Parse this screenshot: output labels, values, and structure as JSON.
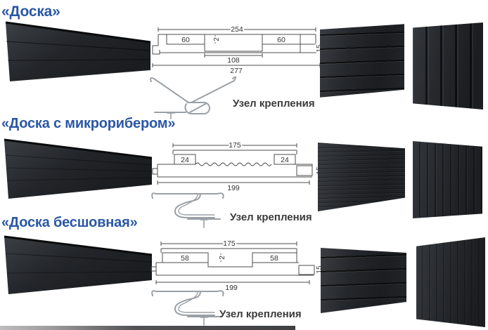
{
  "page": {
    "background": "#ffffff",
    "title_color": "#2a57a5",
    "panel_color": "#212427",
    "drawing_line_color": "#4d4d4d",
    "fastener_line_color": "#9aa0a5"
  },
  "rows": [
    {
      "title": "«Доска»",
      "fastening_label": "Узел крепления",
      "dims": {
        "overall_top": "254",
        "tab_left": "60",
        "tab_right": "60",
        "rib_depth": "2",
        "inner_width": "108",
        "overall_bottom": "277",
        "height": "15"
      }
    },
    {
      "title": "«Доска с микрорибером»",
      "fastening_label": "Узел крепления",
      "dims": {
        "overall_top": "175",
        "tab_left": "24",
        "tab_right": "24",
        "overall_bottom": "199",
        "height": "15"
      }
    },
    {
      "title": "«Доска бесшовная»",
      "fastening_label": "Узел крепления",
      "dims": {
        "overall_top": "175",
        "tab_left": "58",
        "tab_right": "58",
        "rib_depth": "2",
        "overall_bottom": "199",
        "height": "15"
      }
    }
  ]
}
